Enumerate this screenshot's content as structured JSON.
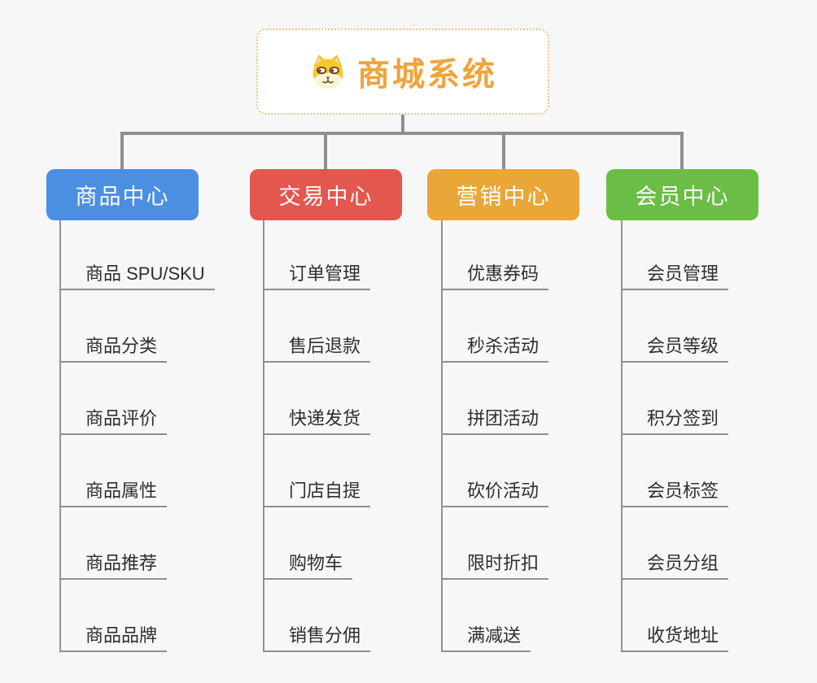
{
  "root": {
    "title": "商城系统",
    "icon": "shiba-dog-icon",
    "title_color": "#F0A43C",
    "border_color": "#F1C183"
  },
  "connector_color": "#8F8F8F",
  "background_color": "#F7F7F8",
  "branches": [
    {
      "label": "商品中心",
      "color": "#4B8FE2",
      "items": [
        "商品 SPU/SKU",
        "商品分类",
        "商品评价",
        "商品属性",
        "商品推荐",
        "商品品牌"
      ]
    },
    {
      "label": "交易中心",
      "color": "#E3574F",
      "items": [
        "订单管理",
        "售后退款",
        "快递发货",
        "门店自提",
        "购物车",
        "销售分佣"
      ]
    },
    {
      "label": "营销中心",
      "color": "#EBA638",
      "items": [
        "优惠券码",
        "秒杀活动",
        "拼团活动",
        "砍价活动",
        "限时折扣",
        "满减送"
      ]
    },
    {
      "label": "会员中心",
      "color": "#6ABD45",
      "items": [
        "会员管理",
        "会员等级",
        "积分签到",
        "会员标签",
        "会员分组",
        "收货地址"
      ]
    }
  ]
}
